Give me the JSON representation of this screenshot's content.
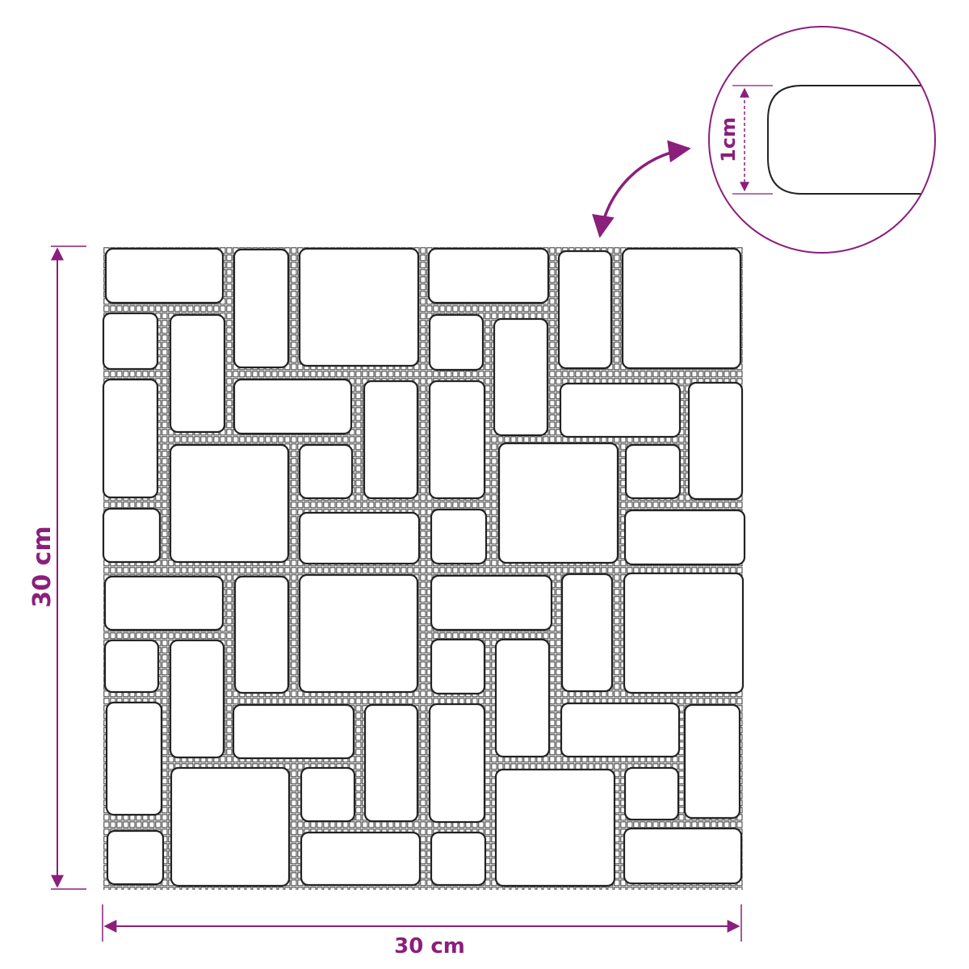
{
  "diagram": {
    "height_label": "30 cm",
    "width_label": "30 cm",
    "thickness_label": "1cm",
    "accent_color": "#8b1f7c",
    "outline_color": "#222222",
    "subject": "mosaic-tile-sheet"
  }
}
